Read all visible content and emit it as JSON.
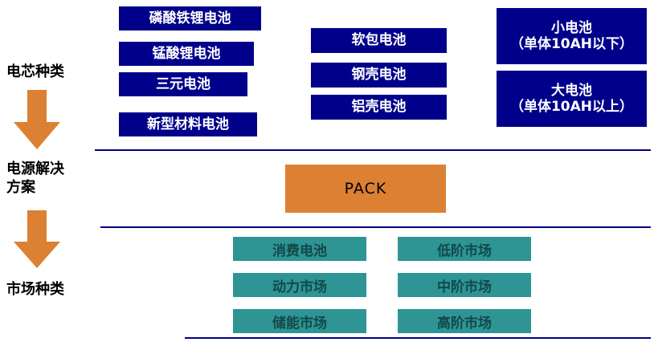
{
  "left_labels": {
    "cell_types": "电芯种类",
    "power_solution_line1": "电源解决",
    "power_solution_line2": "方案",
    "market_types": "市场种类"
  },
  "cell_type_boxes": {
    "column1": [
      "磷酸铁锂电池",
      "锰酸锂电池",
      "三元电池",
      "新型材料电池"
    ],
    "column2": [
      "软包电池",
      "钢壳电池",
      "铝壳电池"
    ],
    "column3": [
      {
        "line1": "小电池",
        "line2": "（单体10AH以下）"
      },
      {
        "line1": "大电池",
        "line2": "（单体10AH以上）"
      }
    ]
  },
  "pack_label": "PACK",
  "market_boxes": {
    "column1": [
      "消费电池",
      "动力市场",
      "储能市场"
    ],
    "column2": [
      "低阶市场",
      "中阶市场",
      "高阶市场"
    ]
  },
  "colors": {
    "navy_box": "#00008B",
    "orange": "#DC8033",
    "teal_box": "#2E9494",
    "teal_text": "#12494A",
    "divider_line": "#000080"
  }
}
